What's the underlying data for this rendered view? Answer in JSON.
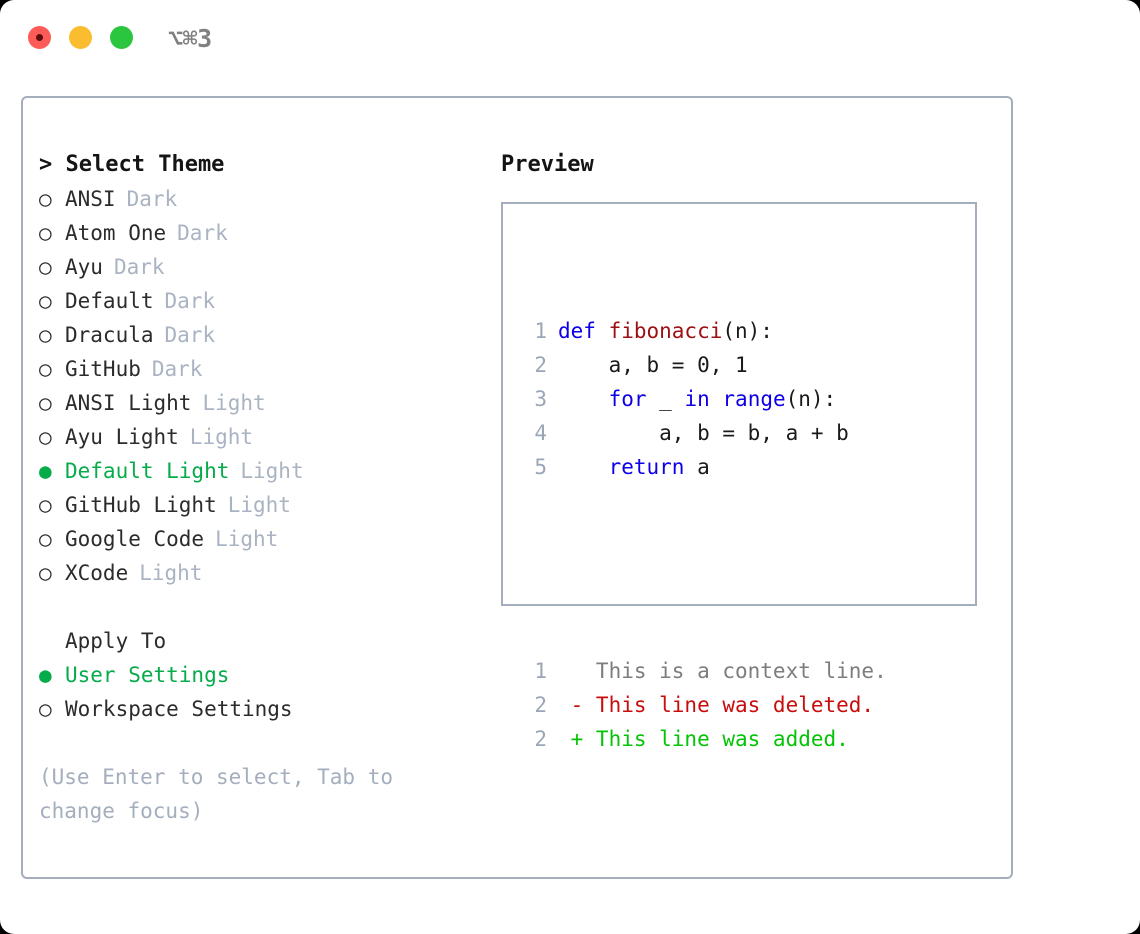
{
  "titlebar": {
    "shortcut": "⌥⌘3",
    "lights": [
      {
        "name": "close",
        "color": "#fc5b57"
      },
      {
        "name": "minimize",
        "color": "#f9bd2f"
      },
      {
        "name": "zoom",
        "color": "#2ac63f"
      }
    ]
  },
  "theme_picker": {
    "header": "> Select Theme",
    "bullet_unselected": "○",
    "bullet_selected": "●",
    "items": [
      {
        "label": "ANSI",
        "badge": "Dark",
        "selected": false
      },
      {
        "label": "Atom One",
        "badge": "Dark",
        "selected": false
      },
      {
        "label": "Ayu",
        "badge": "Dark",
        "selected": false
      },
      {
        "label": "Default",
        "badge": "Dark",
        "selected": false
      },
      {
        "label": "Dracula",
        "badge": "Dark",
        "selected": false
      },
      {
        "label": "GitHub",
        "badge": "Dark",
        "selected": false
      },
      {
        "label": "ANSI Light",
        "badge": "Light",
        "selected": false
      },
      {
        "label": "Ayu Light",
        "badge": "Light",
        "selected": false
      },
      {
        "label": "Default Light",
        "badge": "Light",
        "selected": true
      },
      {
        "label": "GitHub Light",
        "badge": "Light",
        "selected": false
      },
      {
        "label": "Google Code",
        "badge": "Light",
        "selected": false
      },
      {
        "label": "XCode",
        "badge": "Light",
        "selected": false
      }
    ]
  },
  "apply_to": {
    "header": "Apply To",
    "items": [
      {
        "label": "User Settings",
        "selected": true
      },
      {
        "label": "Workspace Settings",
        "selected": false
      }
    ]
  },
  "hint": "(Use Enter to select, Tab to change focus)",
  "preview": {
    "title": "Preview",
    "code_lines": [
      {
        "no": "1",
        "tokens": [
          {
            "t": "def ",
            "c": "kw"
          },
          {
            "t": "fibonacci",
            "c": "fn"
          },
          {
            "t": "(n):",
            "c": "plain"
          }
        ]
      },
      {
        "no": "2",
        "tokens": [
          {
            "t": "    a, b = 0, 1",
            "c": "plain"
          }
        ]
      },
      {
        "no": "3",
        "tokens": [
          {
            "t": "    ",
            "c": "plain"
          },
          {
            "t": "for",
            "c": "kw"
          },
          {
            "t": " _ ",
            "c": "plain"
          },
          {
            "t": "in",
            "c": "kw"
          },
          {
            "t": " ",
            "c": "plain"
          },
          {
            "t": "range",
            "c": "kw"
          },
          {
            "t": "(n):",
            "c": "plain"
          }
        ]
      },
      {
        "no": "4",
        "tokens": [
          {
            "t": "        a, b = b, a + b",
            "c": "plain"
          }
        ]
      },
      {
        "no": "5",
        "tokens": [
          {
            "t": "    ",
            "c": "plain"
          },
          {
            "t": "return",
            "c": "kw"
          },
          {
            "t": " a",
            "c": "plain"
          }
        ]
      }
    ],
    "diff_lines": [
      {
        "no": "1",
        "marker": " ",
        "text": "This is a context line.",
        "kind": "context"
      },
      {
        "no": "2",
        "marker": "-",
        "text": "This line was deleted.",
        "kind": "del"
      },
      {
        "no": "2",
        "marker": "+",
        "text": "This line was added.",
        "kind": "add"
      }
    ]
  },
  "colors": {
    "selected_green": "#06ab4a",
    "badge_gray": "#aab3c2",
    "border": "#a4aebd",
    "keyword_blue": "#0d00e6",
    "function_red": "#9c0f12",
    "diff_delete": "#c90d0d",
    "diff_add": "#05c405",
    "hint_gray": "#a4aebd"
  }
}
